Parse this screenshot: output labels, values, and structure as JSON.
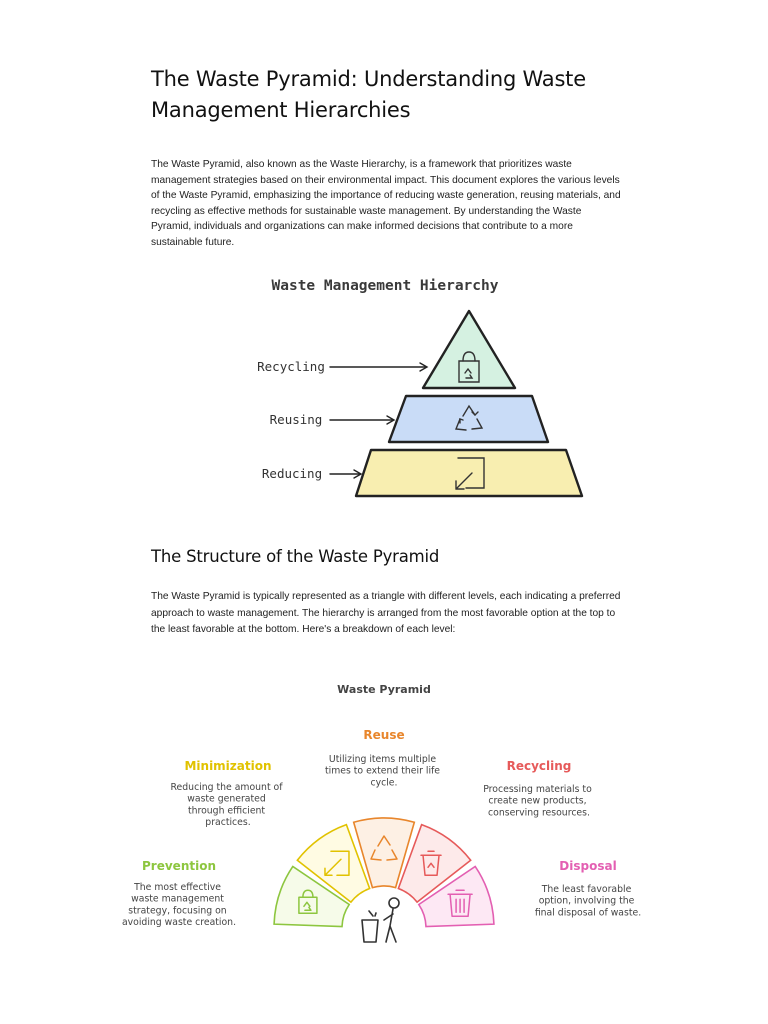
{
  "document": {
    "title": "The Waste Pyramid: Understanding Waste Management Hierarchies",
    "intro": "The Waste Pyramid, also known as the Waste Hierarchy, is a framework that prioritizes waste management strategies based on their environmental impact. This document explores the various levels of the Waste Pyramid, emphasizing the importance of reducing waste generation, reusing materials, and recycling as effective methods for sustainable waste management. By understanding the Waste Pyramid, individuals and organizations can make informed decisions that contribute to a more sustainable future.",
    "section_heading": "The Structure of the Waste Pyramid",
    "section_body": "The Waste Pyramid is typically represented as a triangle with different levels, each indicating a preferred approach to waste management. The hierarchy is arranged from the most favorable option at the top to the least favorable at the bottom. Here's a breakdown of each level:"
  },
  "figure1": {
    "title": "Waste Management Hierarchy",
    "levels": [
      {
        "label": "Recycling",
        "color": "#d5f1e1",
        "icon": "bin-recycle-icon"
      },
      {
        "label": "Reusing",
        "color": "#c9dcf7",
        "icon": "recycle-arrows-icon"
      },
      {
        "label": "Reducing",
        "color": "#f8eeb0",
        "icon": "shrink-arrow-icon"
      }
    ]
  },
  "figure2": {
    "title": "Waste Pyramid",
    "center_icon": "person-disposing-waste-icon",
    "segments": [
      {
        "name": "Prevention",
        "desc_lines": [
          "The most effective",
          "waste management",
          "strategy, focusing on",
          "avoiding waste creation."
        ],
        "color": "#8dc63f",
        "fill": "#f6fbe9",
        "icon": "bin-recycle-icon"
      },
      {
        "name": "Minimization",
        "desc_lines": [
          "Reducing the amount of",
          "waste generated",
          "through efficient",
          "practices."
        ],
        "color": "#e1c200",
        "fill": "#fffbe3",
        "icon": "shrink-arrow-icon"
      },
      {
        "name": "Reuse",
        "desc_lines": [
          "Utilizing items multiple",
          "times to extend their life",
          "cycle."
        ],
        "color": "#e8862c",
        "fill": "#fdf0e4",
        "icon": "recycle-arrows-icon"
      },
      {
        "name": "Recycling",
        "desc_lines": [
          "Processing materials to",
          "create new products,",
          "conserving resources."
        ],
        "color": "#e65a5a",
        "fill": "#fdeaea",
        "icon": "recycle-bin-icon"
      },
      {
        "name": "Disposal",
        "desc_lines": [
          "The least favorable",
          "option, involving the",
          "final disposal of waste."
        ],
        "color": "#e35fb2",
        "fill": "#fde8f4",
        "icon": "trash-can-icon"
      }
    ]
  }
}
